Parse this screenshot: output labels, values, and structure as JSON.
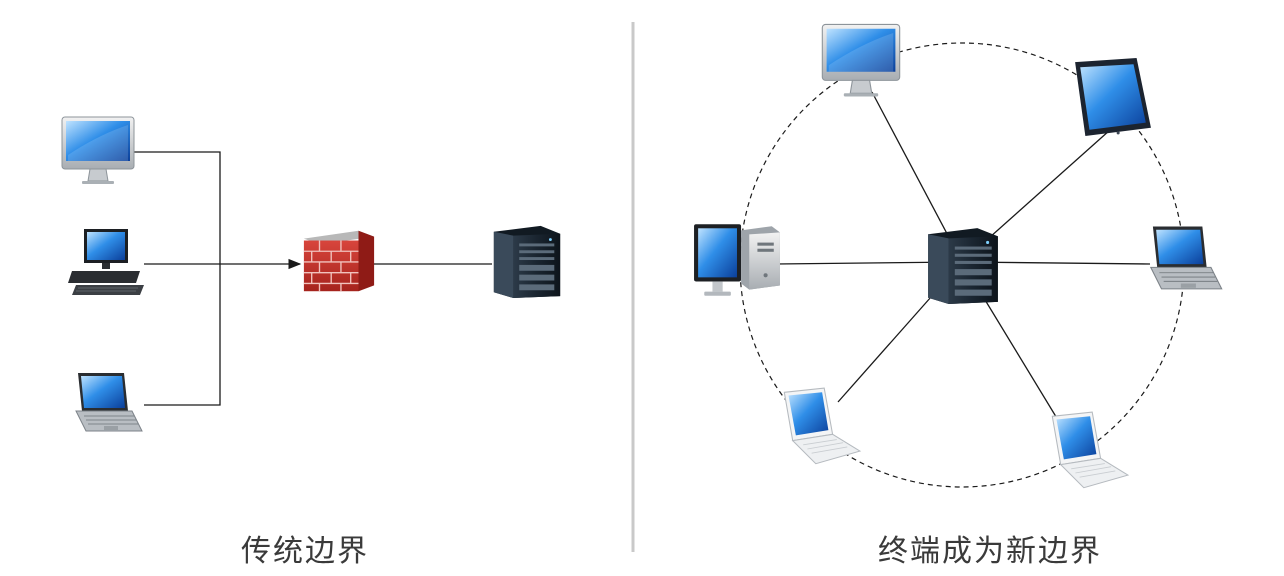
{
  "left_panel": {
    "caption": "传统边界",
    "clients": [
      "imac",
      "desktop-pc",
      "laptop"
    ],
    "gateway": "firewall",
    "server": "tower-server"
  },
  "right_panel": {
    "caption": "终端成为新边界",
    "center": "tower-server",
    "endpoints": [
      "imac",
      "tablet",
      "laptop",
      "laptop",
      "laptop",
      "pc-with-tower"
    ]
  },
  "colors": {
    "line": "#1a1a1a",
    "divider": "#c9c9c9",
    "screen_blue": "#1f6fd1",
    "brick": "#c2332b",
    "server": "#1e2a36",
    "caption": "#3a3a3a"
  },
  "icons": {
    "line_style_left": "solid-orthogonal-with-arrow",
    "ring_style_right": "dashed-circle"
  }
}
